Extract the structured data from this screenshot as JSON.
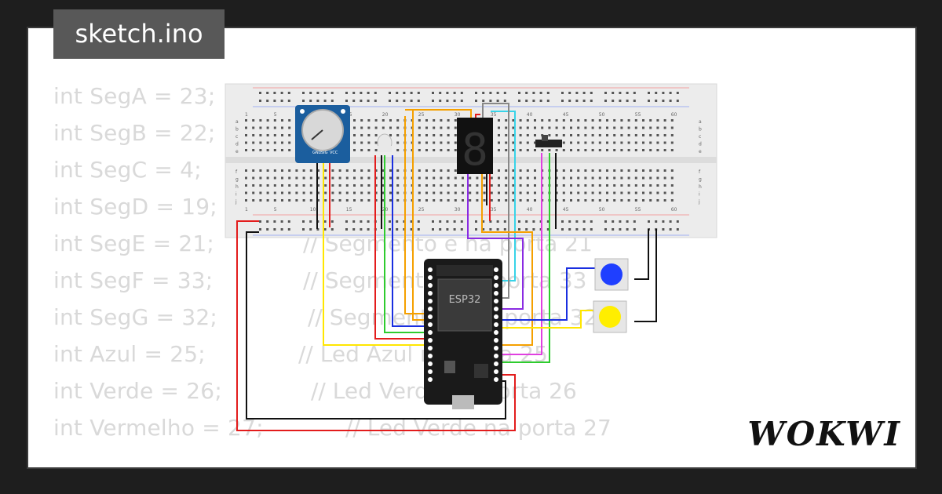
{
  "title": "sketch.ino",
  "brand": "WOKWI",
  "code_lines": [
    {
      "code": "int SegA = 23;",
      "comment": ""
    },
    {
      "code": "int SegB = 22;",
      "comment": ""
    },
    {
      "code": "int SegC = 4;",
      "comment": ""
    },
    {
      "code": "int SegD = 19;",
      "comment": ""
    },
    {
      "code": "int SegE = 21;",
      "comment": "// Segmento e na porta 21"
    },
    {
      "code": "int SegF = 33;",
      "comment": "// Segmento f na porta 33"
    },
    {
      "code": "int SegG = 32;",
      "comment": "// Segmento g na porta 32"
    },
    {
      "code": "int Azul = 25;",
      "comment": "// Led Azul na porta 25"
    },
    {
      "code": "int Verde = 26;",
      "comment": "// Led Verde na porta 26"
    },
    {
      "code": "int Vermelho = 27;",
      "comment": "// Led Verde na porta 27"
    }
  ],
  "board_label": "ESP32",
  "pot_pin_labels": [
    "GND",
    "SIG",
    "VCC"
  ],
  "breadboard_numbers": [
    "1",
    "5",
    "10",
    "15",
    "20",
    "25",
    "30",
    "35",
    "40",
    "45",
    "50",
    "55",
    "60"
  ],
  "breadboard_rows_top": [
    "a",
    "b",
    "c",
    "d",
    "e"
  ],
  "breadboard_rows_bottom": [
    "f",
    "g",
    "h",
    "i",
    "j"
  ],
  "seven_segment_digit": "8",
  "colors": {
    "background": "#1e1e1e",
    "card": "#ffffff",
    "title_tag": "#585858",
    "code_text": "#d9d9d9",
    "wire_yellow": "#ffe600",
    "wire_red": "#e31c1c",
    "wire_orange": "#f5a000",
    "wire_cyan": "#38d3e8",
    "wire_purple": "#8a2be2",
    "wire_green": "#2ecc2e",
    "wire_blue": "#1a2fe0",
    "wire_magenta": "#e040e0",
    "wire_black": "#111111",
    "button_blue": "#1f3fff",
    "button_yellow": "#ffee00",
    "pot_body": "#1b5e9e"
  }
}
